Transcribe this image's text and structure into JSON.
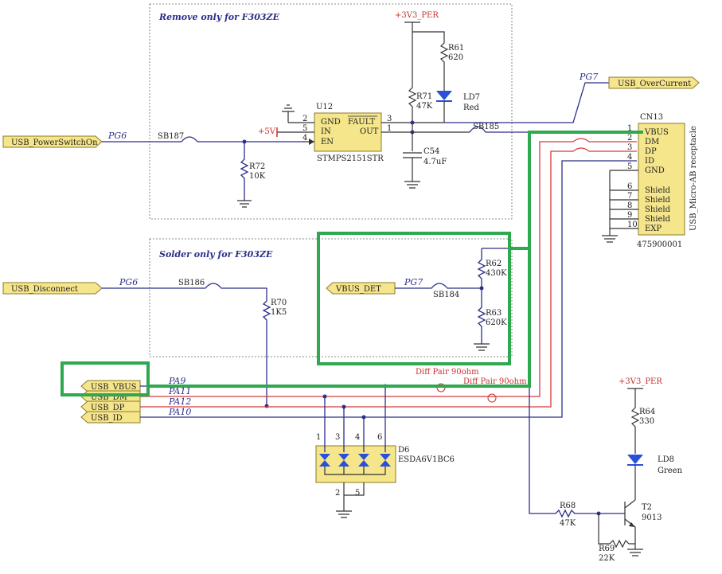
{
  "sections": {
    "remove_only": "Remove only for F303ZE",
    "solder_only": "Solder only for F303ZE"
  },
  "ports": {
    "power_switch": "USB_PowerSwitchOn",
    "disconnect": "USB_Disconnect",
    "overcurrent": "USB_OverCurrent",
    "vbus_det": "VBUS_DET",
    "vbus": "USB_VBUS",
    "dm": "USB_DM",
    "dp": "USB_DP",
    "id": "USB_ID"
  },
  "nets": {
    "pg6_a": "PG6",
    "pg6_b": "PG6",
    "pg7_a": "PG7",
    "pg7_b": "PG7",
    "pa9": "PA9",
    "pa11": "PA11",
    "pa12": "PA12",
    "pa10": "PA10",
    "diff1": "Diff Pair 90ohm",
    "diff2": "Diff Pair 90ohm"
  },
  "power": {
    "v33_top": "+3V3_PER",
    "v33_right": "+3V3_PER",
    "v5": "+5V"
  },
  "u12": {
    "ref": "U12",
    "part": "STMPS2151STR",
    "pin_gnd": "GND",
    "pin_in": "IN",
    "pin_en": "EN",
    "pin_fault": "FAULT",
    "pin_out": "OUT",
    "p1": "1",
    "p2": "2",
    "p3": "3",
    "p4": "4",
    "p5": "5"
  },
  "parts": {
    "r61": "R61",
    "r61v": "620",
    "r71": "R71",
    "r71v": "47K",
    "r72": "R72",
    "r72v": "10K",
    "r70": "R70",
    "r70v": "1K5",
    "r62": "R62",
    "r62v": "430K",
    "r63": "R63",
    "r63v": "620K",
    "r64": "R64",
    "r64v": "330",
    "r68": "R68",
    "r68v": "47K",
    "r69": "R69",
    "r69v": "22K",
    "c54": "C54",
    "c54v": "4.7uF",
    "ld7": "LD7",
    "ld7v": "Red",
    "ld8": "LD8",
    "ld8v": "Green",
    "t2": "T2",
    "t2v": "9013",
    "d6": "D6",
    "d6v": "ESDA6V1BC6",
    "sb187": "SB187",
    "sb186": "SB186",
    "sb185": "SB185",
    "sb184": "SB184"
  },
  "cn13": {
    "ref": "CN13",
    "part": "475900001",
    "desc": "USB_Micro-AB receptacle",
    "pins": [
      {
        "num": "1",
        "name": "VBUS"
      },
      {
        "num": "2",
        "name": "DM"
      },
      {
        "num": "3",
        "name": "DP"
      },
      {
        "num": "4",
        "name": "ID"
      },
      {
        "num": "5",
        "name": "GND"
      },
      {
        "num": "6",
        "name": "Shield"
      },
      {
        "num": "7",
        "name": "Shield"
      },
      {
        "num": "8",
        "name": "Shield"
      },
      {
        "num": "9",
        "name": "Shield"
      },
      {
        "num": "10",
        "name": "EXP"
      }
    ]
  },
  "d6_pins": [
    "1",
    "3",
    "4",
    "6",
    "2",
    "5"
  ],
  "colors": {
    "wire": "#2c2f8a",
    "diff": "#d83a3a",
    "highlight": "#2fa84f",
    "port": "#f5e58b"
  }
}
